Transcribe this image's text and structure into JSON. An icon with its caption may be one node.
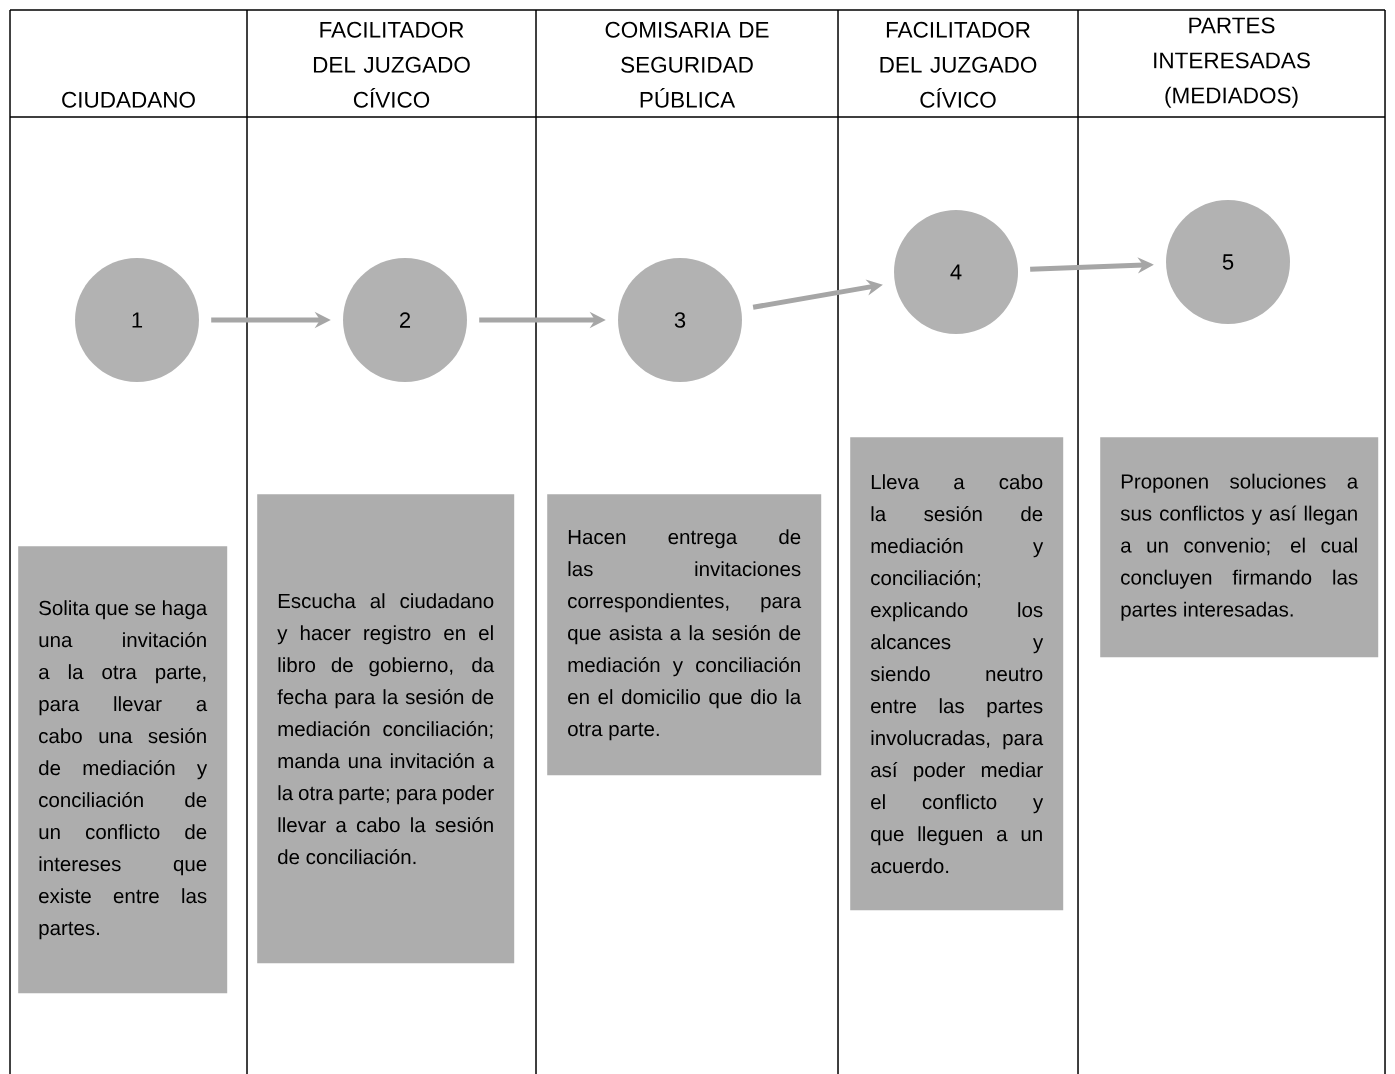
{
  "diagram": {
    "nodes": [
      {
        "text": [
          "1"
        ]
      },
      {
        "text": [
          "Solita que se haga una invitación a la otra parte, para llevar a cabo una sesión de mediación y conciliación de un conflicto de intereses que existe entre las partes."
        ]
      },
      {
        "text": [
          "2"
        ]
      },
      {
        "text": [
          "Escucha al ciudadano y hacer registro en el libro de gobierno, da fecha para la sesión de mediación conciliación; manda una invitación a la otra parte; para poder llevar a cabo la sesión de conciliación."
        ]
      },
      {
        "text": [
          "3"
        ]
      },
      {
        "text": [
          "Hacen entrega de las invitaciones correspondientes, para que asista a la sesión de mediación y conciliación en el domicilio que dio la otra parte."
        ]
      },
      {
        "text": [
          "4"
        ]
      },
      {
        "text": [
          "Lleva a cabo la sesión de mediación y conciliación; explicando los alcances y siendo neutro entre las partes involucradas, para así poder mediar el conflicto y que lleguen a un acuerdo."
        ]
      },
      {
        "text": [
          "5"
        ]
      },
      {
        "text": [
          "Proponen soluciones a sus conflictos y así llegan a un convenio; el cual concluyen firmando las partes interesadas."
        ]
      }
    ],
    "edges": [
      {
        "from": 0,
        "to": 2,
        "arrow": "to"
      },
      {
        "from": 2,
        "to": 4,
        "arrow": "to"
      },
      {
        "from": 4,
        "to": 6,
        "arrow": "to"
      },
      {
        "from": 6,
        "to": 8,
        "arrow": "to"
      }
    ],
    "labels": [
      "CIUDADANO",
      "FACILITADOR DEL JUZGADO CÍVICO",
      "COMISARIA DE SEGURIDAD PÚBLICA",
      "FACILITADOR DEL JUZGADO CÍVICO",
      "PARTES INTERESADAS (MEDIADOS)"
    ]
  }
}
